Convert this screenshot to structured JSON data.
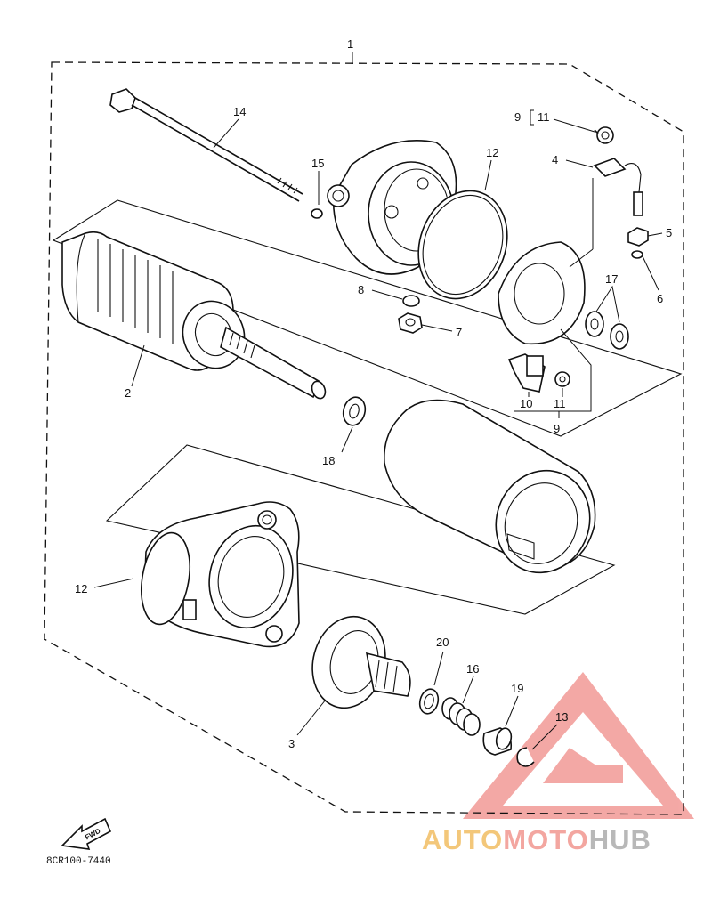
{
  "diagram": {
    "callouts": [
      {
        "id": "1",
        "text": "1"
      },
      {
        "id": "14",
        "text": "14"
      },
      {
        "id": "15",
        "text": "15"
      },
      {
        "id": "12a",
        "text": "12"
      },
      {
        "id": "9a",
        "text": "9"
      },
      {
        "id": "11a",
        "text": "11"
      },
      {
        "id": "4",
        "text": "4"
      },
      {
        "id": "5",
        "text": "5"
      },
      {
        "id": "6",
        "text": "6"
      },
      {
        "id": "8",
        "text": "8"
      },
      {
        "id": "7",
        "text": "7"
      },
      {
        "id": "17",
        "text": "17"
      },
      {
        "id": "2",
        "text": "2"
      },
      {
        "id": "10",
        "text": "10"
      },
      {
        "id": "11b",
        "text": "11"
      },
      {
        "id": "9b",
        "text": "9"
      },
      {
        "id": "18",
        "text": "18"
      },
      {
        "id": "12b",
        "text": "12"
      },
      {
        "id": "20",
        "text": "20"
      },
      {
        "id": "16",
        "text": "16"
      },
      {
        "id": "19",
        "text": "19"
      },
      {
        "id": "13",
        "text": "13"
      },
      {
        "id": "3",
        "text": "3"
      }
    ],
    "fwd_label": "FWD",
    "code": "8CR100-7440"
  },
  "watermark": {
    "part1": "AUTO",
    "part2": "MOTO",
    "part3": "HUB",
    "colors": {
      "auto": "#f3c77a",
      "moto": "#f3a6a0",
      "hub": "#b8b8b8",
      "triangle": "#f08c88"
    }
  }
}
